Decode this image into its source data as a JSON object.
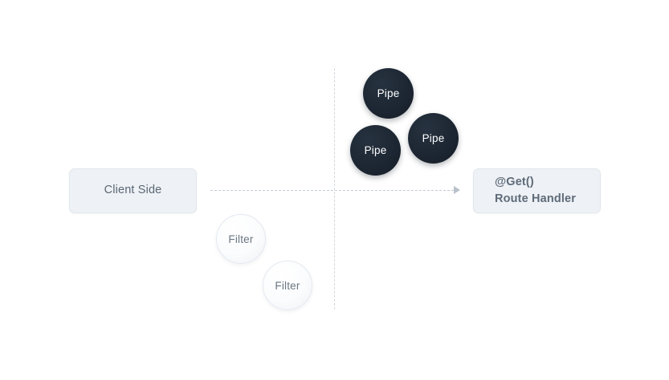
{
  "diagram": {
    "background_color": "#ffffff",
    "nodes": {
      "client": {
        "label": "Client Side",
        "fill": "#eef1f5",
        "text_color": "#5b6775"
      },
      "handler": {
        "decorator": "@Get()",
        "label": "Route Handler",
        "fill": "#eef1f5",
        "text_color": "#5e6b79"
      }
    },
    "pipes": [
      {
        "label": "Pipe"
      },
      {
        "label": "Pipe"
      },
      {
        "label": "Pipe"
      }
    ],
    "filters": [
      {
        "label": "Filter"
      },
      {
        "label": "Filter"
      }
    ],
    "colors": {
      "pipe_fill": "#1d2733",
      "pipe_text": "#ffffff",
      "filter_fill": "#f7f9fb",
      "filter_text": "#6a7682",
      "dash_line": "#c5ccd4",
      "divider_line": "#d3d8de",
      "arrow": "#b9c1cb"
    }
  }
}
